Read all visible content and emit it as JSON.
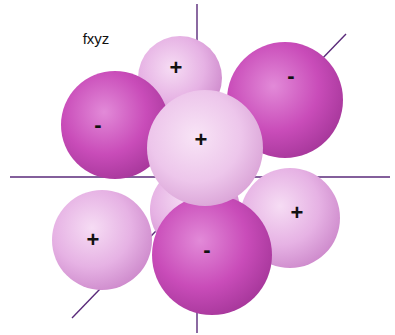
{
  "diagram": {
    "labels": [
      "fxyz",
      "+",
      "-",
      "-",
      "+",
      "+",
      "+",
      "-"
    ]
  }
}
